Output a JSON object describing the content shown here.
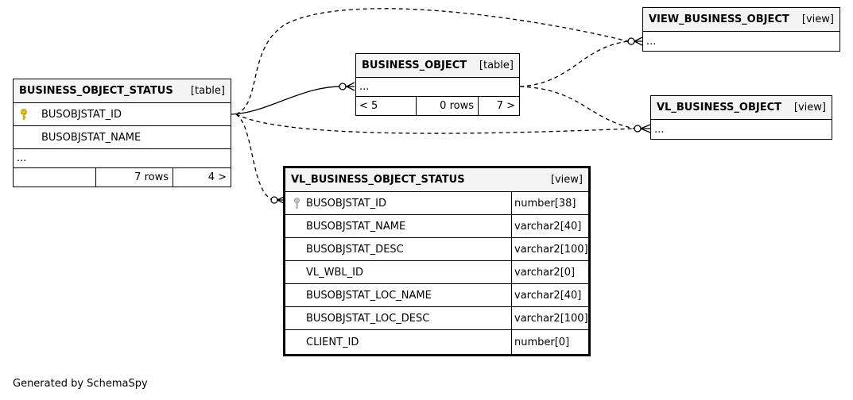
{
  "footer": {
    "generated_by": "Generated by SchemaSpy"
  },
  "entities": {
    "status": {
      "name": "BUSINESS_OBJECT_STATUS",
      "kind": "[table]",
      "columns": [
        {
          "name": "BUSOBJSTAT_ID",
          "icon": "primary-key-icon"
        },
        {
          "name": "BUSOBJSTAT_NAME",
          "icon": ""
        }
      ],
      "ellipsis": "...",
      "footer": {
        "left": "",
        "rows": "7 rows",
        "children": "4 >"
      }
    },
    "business_object": {
      "name": "BUSINESS_OBJECT",
      "kind": "[table]",
      "ellipsis": "...",
      "footer": {
        "parents": "< 5",
        "rows": "0 rows",
        "children": "7 >"
      }
    },
    "view_business_object": {
      "name": "VIEW_BUSINESS_OBJECT",
      "kind": "[view]",
      "ellipsis": "..."
    },
    "vl_business_object": {
      "name": "VL_BUSINESS_OBJECT",
      "kind": "[view]",
      "ellipsis": "..."
    },
    "vl_status": {
      "name": "VL_BUSINESS_OBJECT_STATUS",
      "kind": "[view]",
      "columns": [
        {
          "name": "BUSOBJSTAT_ID",
          "type": "number[38]",
          "icon": "foreign-key-icon"
        },
        {
          "name": "BUSOBJSTAT_NAME",
          "type": "varchar2[40]",
          "icon": ""
        },
        {
          "name": "BUSOBJSTAT_DESC",
          "type": "varchar2[100]",
          "icon": ""
        },
        {
          "name": "VL_WBL_ID",
          "type": "varchar2[0]",
          "icon": ""
        },
        {
          "name": "BUSOBJSTAT_LOC_NAME",
          "type": "varchar2[40]",
          "icon": ""
        },
        {
          "name": "BUSOBJSTAT_LOC_DESC",
          "type": "varchar2[100]",
          "icon": ""
        },
        {
          "name": "CLIENT_ID",
          "type": "number[0]",
          "icon": ""
        }
      ]
    }
  },
  "colors": {
    "key_icon": "#e6c300",
    "fk_icon": "#a0a0a0",
    "header_bg": "#f4f4f4"
  }
}
